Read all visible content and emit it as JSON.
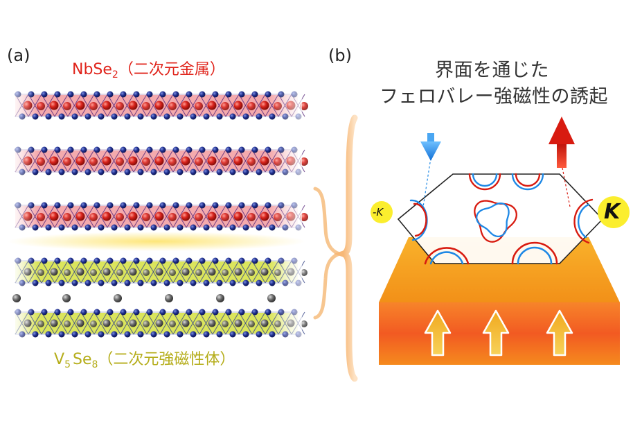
{
  "figure": {
    "panel_a": {
      "letter": "(a)",
      "metal": {
        "formula": "NbSe",
        "subscript": "2",
        "note": "（二次元金属）",
        "color": "#e0241b"
      },
      "ferromagnet": {
        "formula_v": "V",
        "subscript_v": "5",
        "formula_se": "Se",
        "subscript_se": "8",
        "note": "（二次元強磁性体）",
        "color": "#b5ad1a"
      }
    },
    "panel_b": {
      "letter": "(b)",
      "title_line1": "界面を通じた",
      "title_line2": "フェロバレー強磁性の誘起",
      "k_left": "-K",
      "k_right": "K",
      "spin_down_color": "#1e88e5",
      "spin_up_color": "#d81b10"
    },
    "colors": {
      "nb_atom": "#d8231c",
      "se_atom": "#1f2f8f",
      "v_atom": "#555555",
      "nb_band": "#f3a0a4",
      "v_band": "#d7e24a",
      "brace": "#f7c690",
      "slab_top": "#f7a21a",
      "slab_front": "#f25a22"
    }
  }
}
